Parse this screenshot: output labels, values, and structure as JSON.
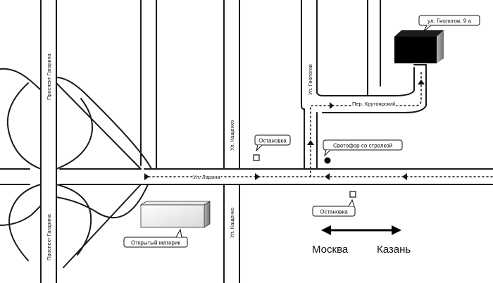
{
  "streets": {
    "gagarina_top": "Проспект Гагарина",
    "gagarina_bottom": "Проспект Гагарина",
    "larina": "Ул. Ларина",
    "kashchenko_top": "Ул. Кащенко",
    "kashchenko_bottom": "Ул. Кащенко",
    "geologov": "Ул. Геологов",
    "krutoyarsky": "Пер. Крутоярский"
  },
  "callouts": {
    "destination": "ул. Геологов, 9 а",
    "stop_top": "Остановка",
    "stop_bottom": "Остановка",
    "traffic_light": "Светофор со стрелкой",
    "landmark": "Открытый материк"
  },
  "directions": {
    "west": "Москва",
    "east": "Казань"
  },
  "colors": {
    "road_edge": "#1a1a1a",
    "route": "#1a1a1a",
    "building": "#000000",
    "building_side": "#9a9a9a",
    "landmark_front": "#f2f2f2",
    "landmark_side": "#8a8a8a"
  }
}
